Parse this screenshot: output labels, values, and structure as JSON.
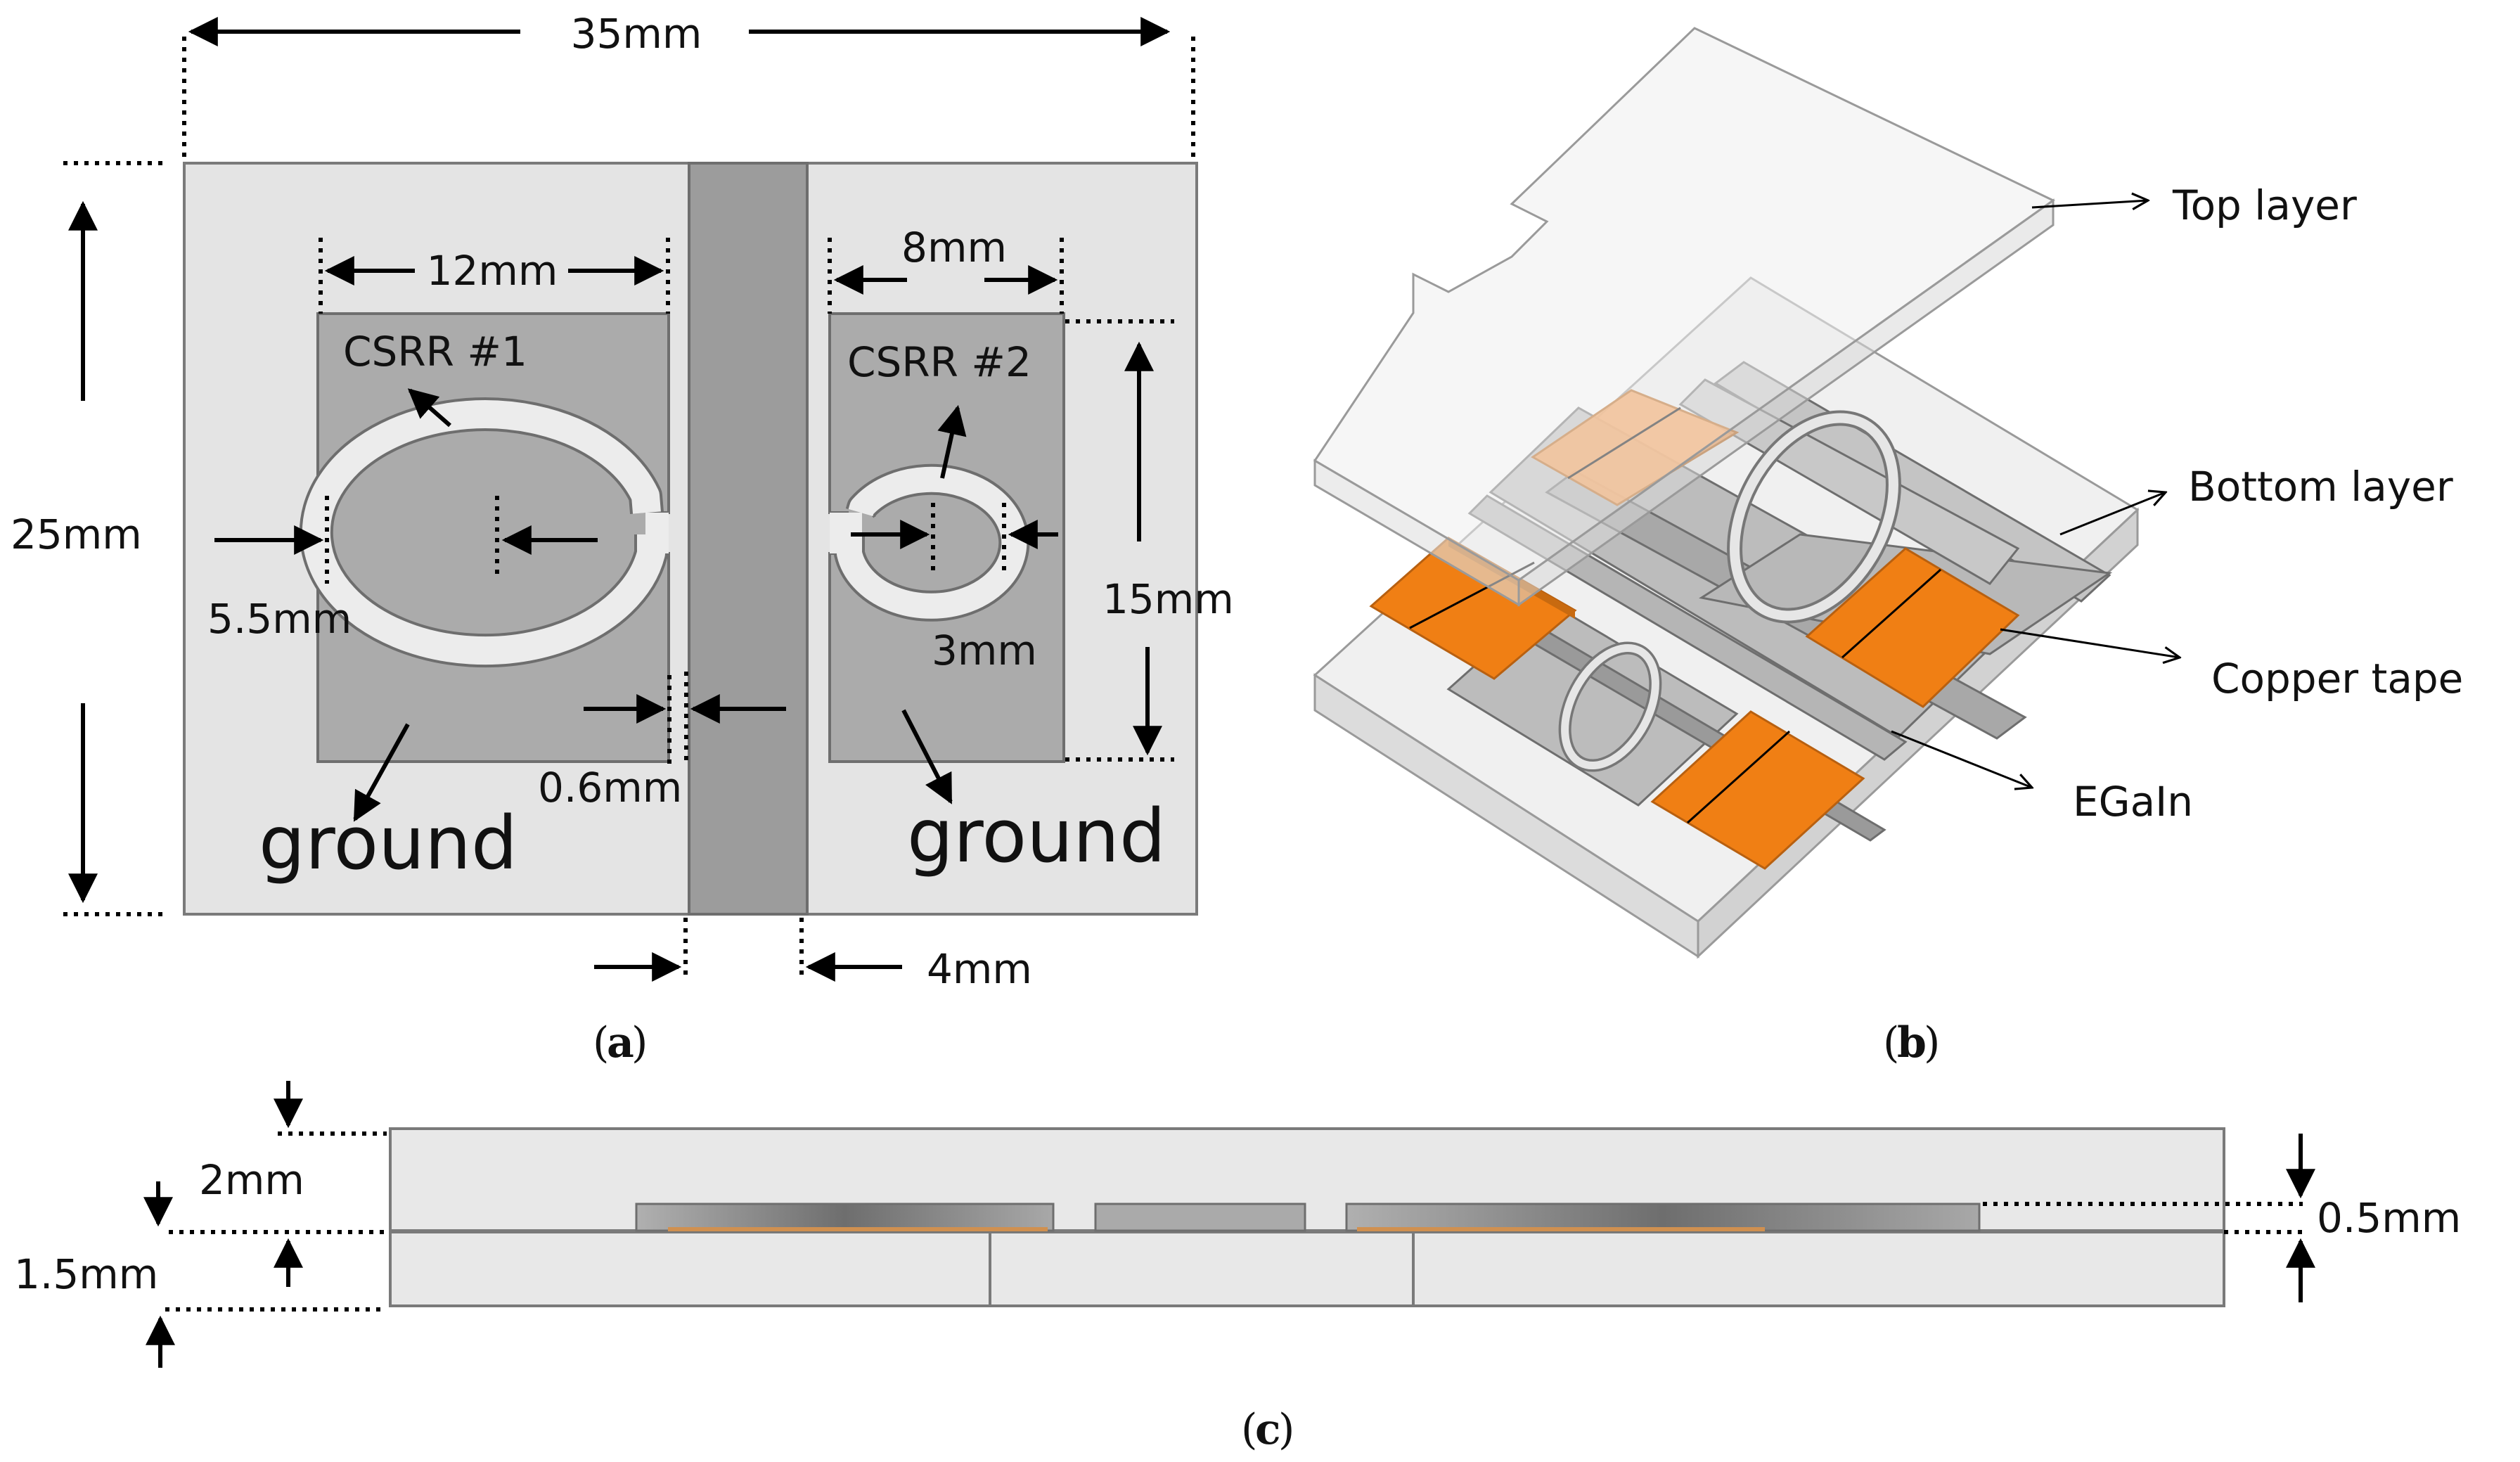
{
  "panel_a": {
    "width_dim": "35mm",
    "height_dim": "25mm",
    "csrr1_width": "12mm",
    "csrr2_width": "8mm",
    "csrr1_label": "CSRR #1",
    "csrr2_label": "CSRR #2",
    "csrr1_radius": "5.5mm",
    "csrr2_radius": "3mm",
    "gap_dim": "0.6mm",
    "feed_width": "4mm",
    "ground_height": "15mm",
    "ground_left": "ground",
    "ground_right": "ground",
    "caption": "a"
  },
  "panel_b": {
    "top_layer": "Top layer",
    "bottom_layer": "Bottom layer",
    "copper_tape": "Copper tape",
    "egain": "EGaIn",
    "caption": "b"
  },
  "panel_c": {
    "top_thickness": "2mm",
    "bottom_thickness": "1.5mm",
    "channel_depth": "0.5mm",
    "caption": "c"
  },
  "colors": {
    "substrate": "#e4e4e4",
    "ground_metal": "#ababab",
    "feed_line": "#9c9c9c",
    "copper": "#f07f14",
    "outline": "#7a7a7a"
  }
}
